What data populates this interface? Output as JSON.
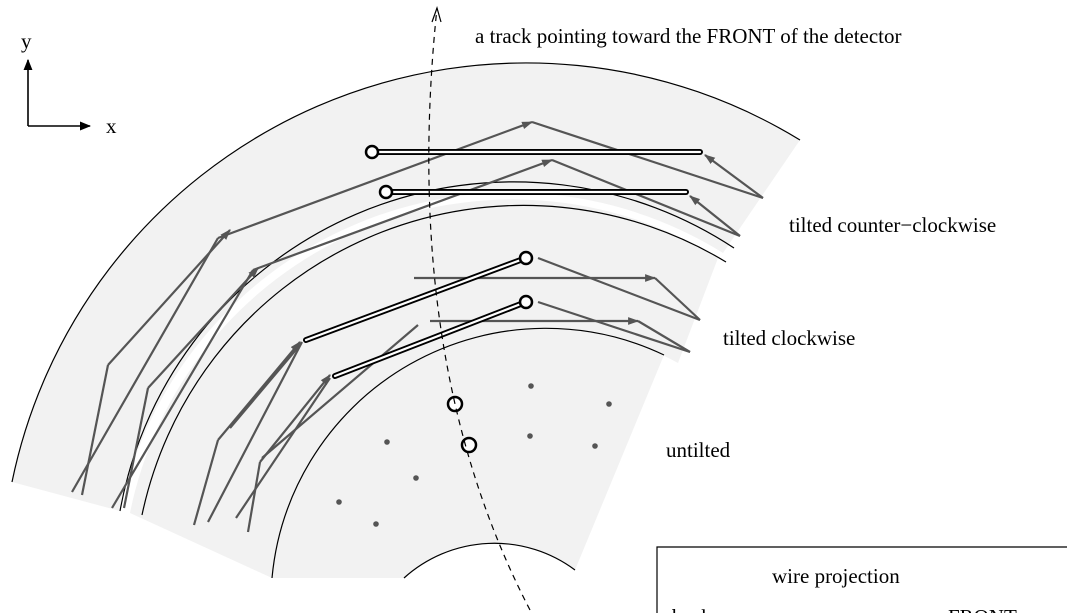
{
  "axes": {
    "y_label": "y",
    "x_label": "x"
  },
  "labels": {
    "track": "a track pointing toward the FRONT of the detector",
    "ccw": "tilted counter−clockwise",
    "cw": "tilted clockwise",
    "untilted": "untilted"
  },
  "legend": {
    "title": "wire projection",
    "back": "back",
    "front": "FRONT"
  },
  "colors": {
    "band_fill": "#f2f2f2",
    "wire": "#555555",
    "stroke": "#000000"
  }
}
